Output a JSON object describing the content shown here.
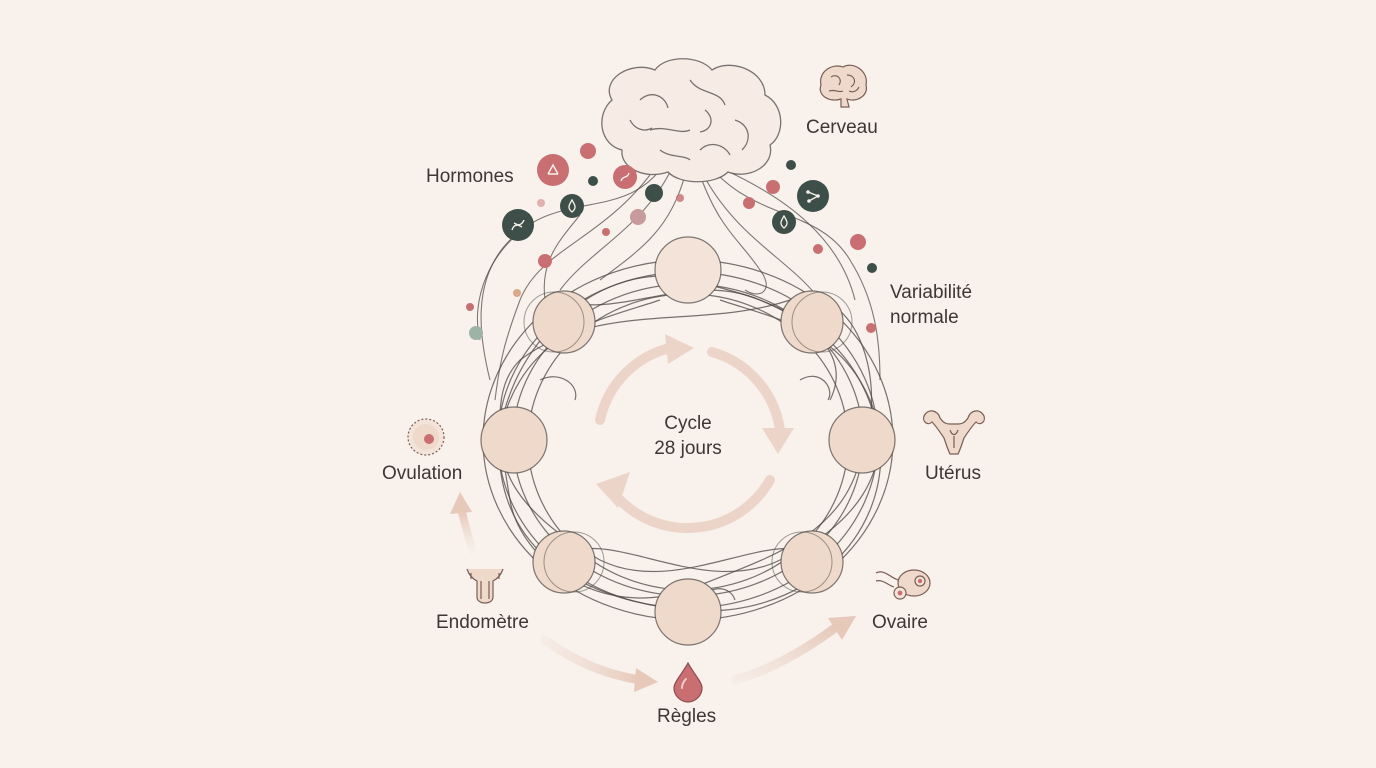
{
  "center": {
    "line1": "Cycle",
    "line2": "28 jours"
  },
  "labels": {
    "cerveau": "Cerveau",
    "hormones": "Hormones",
    "variabilite_line1": "Variabilité",
    "variabilite_line2": "normale",
    "uterus": "Utérus",
    "ovulation": "Ovulation",
    "endometre": "Endomètre",
    "ovaire": "Ovaire",
    "regles": "Règles"
  },
  "colors": {
    "background": "#f8f1ec",
    "phase_fill": "#efd9cb",
    "line": "#4a4542",
    "rose": "#c96f72",
    "dark_green": "#3e4f49",
    "sage": "#9db3a6",
    "arrow": "#e9cfc2"
  },
  "icons": [
    "brain-icon",
    "uterus-icon",
    "egg-cell-icon",
    "ovary-icon",
    "endometrium-icon",
    "blood-drop-icon",
    "hormone-molecule-icon"
  ]
}
